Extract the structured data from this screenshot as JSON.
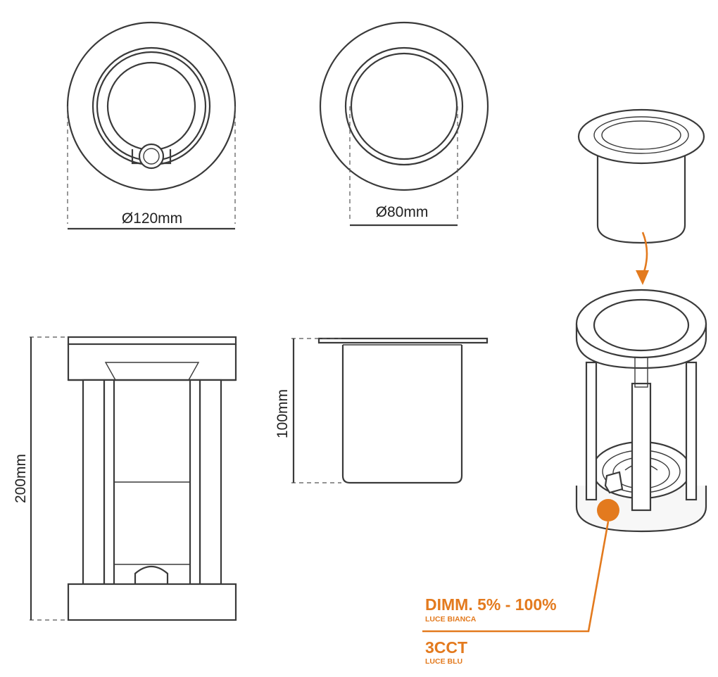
{
  "dimensions": {
    "outer_diameter": "Ø120mm",
    "inner_diameter": "Ø80mm",
    "total_height": "200mm",
    "insert_height": "100mm"
  },
  "callout": {
    "line1_main": "DIMM. 5% - 100%",
    "line1_sub": "LUCE BIANCA",
    "line2_main": "3CCT",
    "line2_sub": "LUCE BLU"
  },
  "colors": {
    "accent": "#e37a1e",
    "line": "#3a3a3a"
  }
}
